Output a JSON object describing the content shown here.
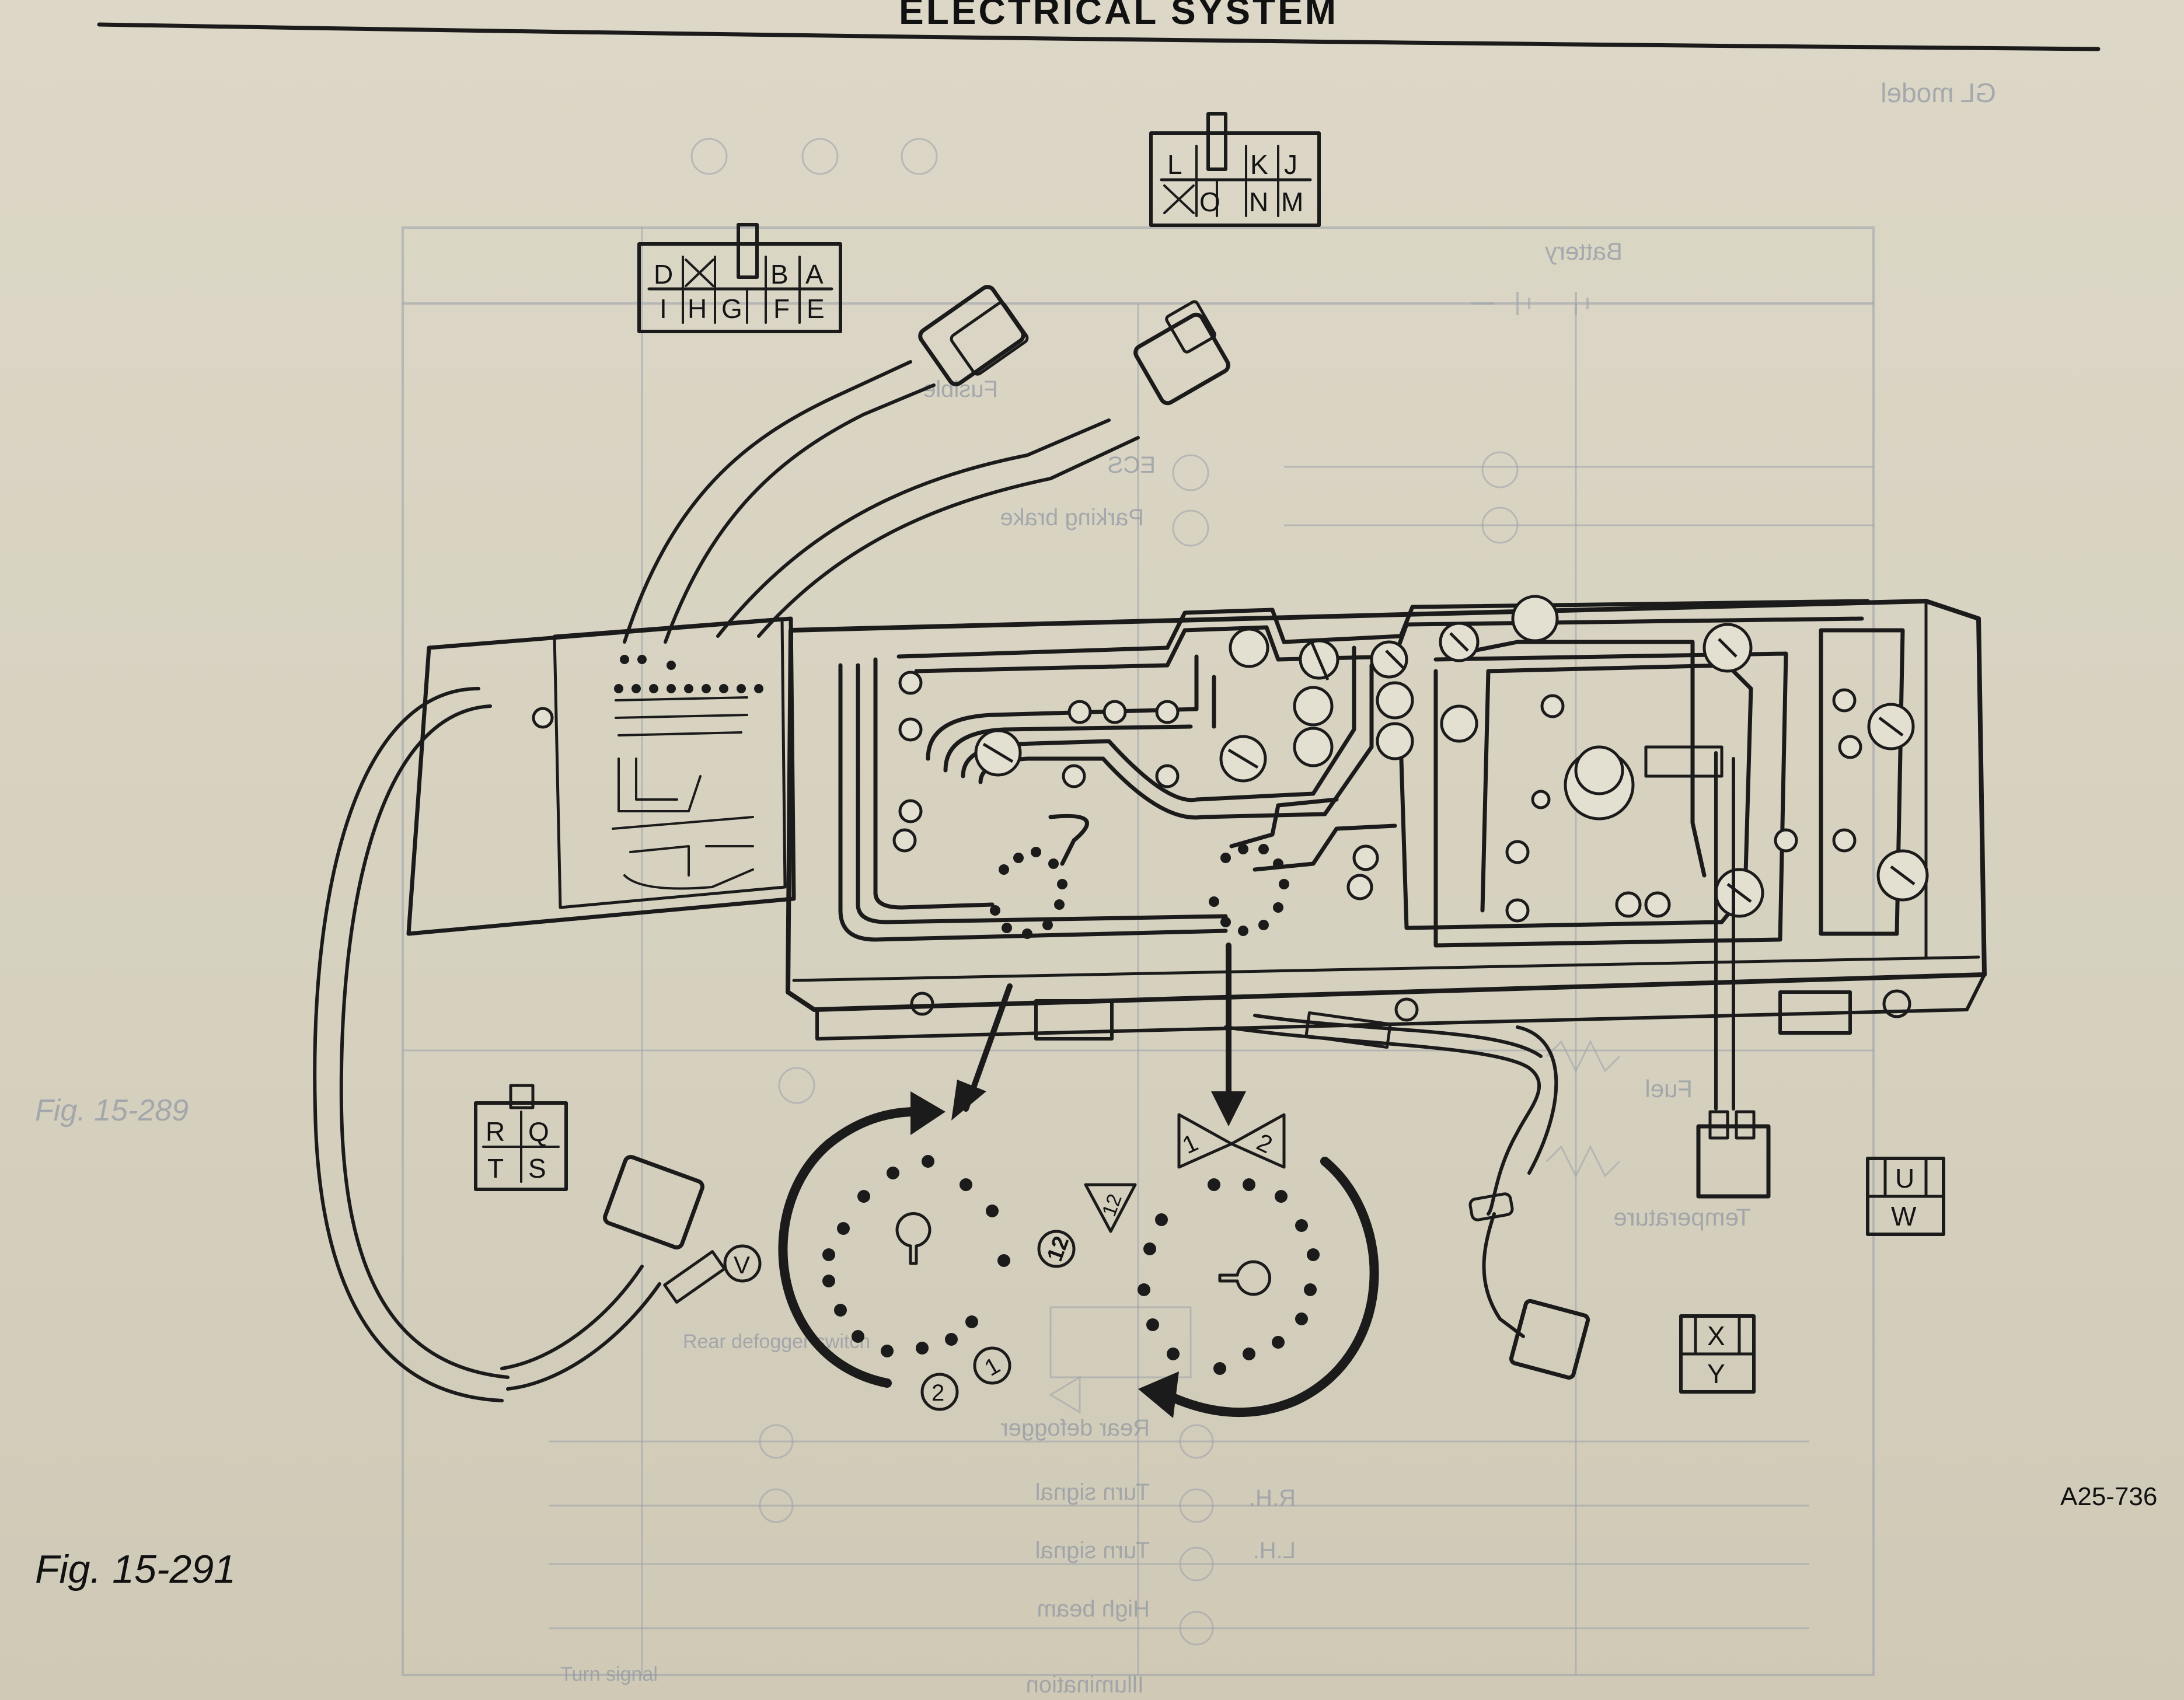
{
  "header": {
    "title": "ELECTRICAL SYSTEM"
  },
  "figure": {
    "label": "Fig. 15-291",
    "code": "A25-736"
  },
  "connectors": {
    "upper_left": {
      "row1": [
        "D",
        "",
        "B",
        "A"
      ],
      "row2": [
        "I",
        "H",
        "G",
        "F",
        "E"
      ]
    },
    "upper_right": {
      "row1": [
        "L",
        "",
        "K",
        "J"
      ],
      "row2": [
        "",
        "O",
        "N",
        "M"
      ]
    },
    "left_square": [
      "R",
      "Q",
      "T",
      "S"
    ],
    "right_uw": [
      "U",
      "W"
    ],
    "right_xy": [
      "X",
      "Y"
    ]
  },
  "markers": {
    "v": "V",
    "left_circle_12": "12",
    "left_circle_2": "2",
    "left_circle_1": "1",
    "triangle_12": "12",
    "triangle_1": "1",
    "triangle_2": "2"
  },
  "background_text": {
    "gl_model": "GL model",
    "battery": "Battery",
    "fusible": "Fusible",
    "ecs": "ECS",
    "parking_brake": "Parking brake",
    "fuel": "Fuel",
    "temperature": "Temperature",
    "rear_defogger": "Rear defogger",
    "turn_signal_rh": "Turn signal",
    "rh": "R.H.",
    "turn_signal_lh": "Turn signal",
    "lh": "L.H.",
    "high_beam": "High beam",
    "illumination": "Illumination",
    "fig_ghost": "Fig. 15-289",
    "rear_defogger_switch": "Rear defogger switch",
    "turn_signal_bottom": "Turn signal"
  },
  "colors": {
    "ink": "#1b1b1b",
    "paper": "#d8d3c2",
    "bleed": "#9aa0aa"
  }
}
